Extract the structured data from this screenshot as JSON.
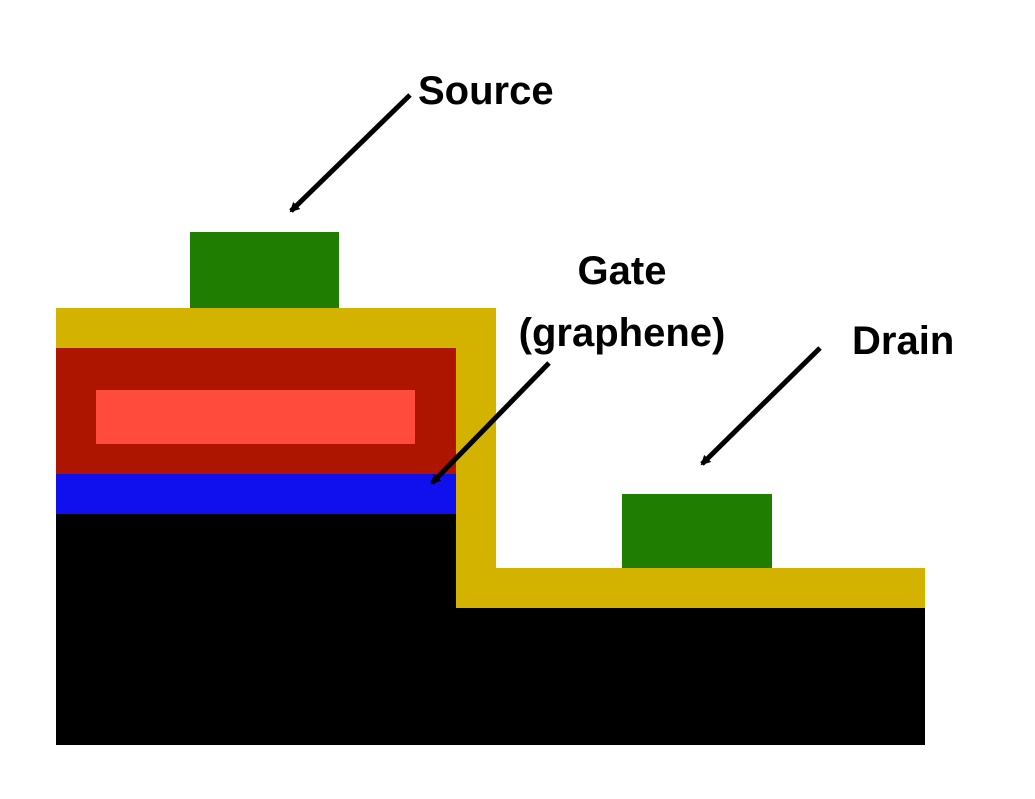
{
  "labels": {
    "source": "Source",
    "gate_line1": "Gate",
    "gate_line2": "(graphene)",
    "drain": "Drain"
  },
  "colors": {
    "substrate": "#000000",
    "dielectric": "#d4b300",
    "electrode": "#1f7d02",
    "red_outer": "#ad1500",
    "red_inner": "#ff4b3c",
    "graphene": "#1010ee",
    "arrow": "#000000",
    "background": "#ffffff"
  }
}
